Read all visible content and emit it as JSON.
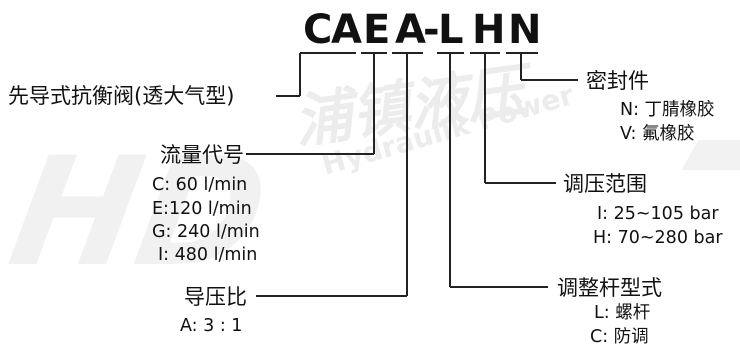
{
  "colors": {
    "text": "#111111",
    "line": "#222222",
    "watermark": "#ececec"
  },
  "watermark": {
    "logo": "HD",
    "cn": "浦镇液压",
    "en": "Hydraulik Power"
  },
  "model_code": {
    "c1": "C",
    "c2": "A",
    "c3": "E",
    "c4": "A",
    "c5": "-",
    "c6": "L",
    "c7": "H",
    "c8": "N"
  },
  "sections": {
    "type": {
      "title": "先导式抗衡阀(透大气型)"
    },
    "flow": {
      "title": "流量代号",
      "options": [
        "C: 60 l/min",
        "E:120 l/min",
        "G: 240 l/min",
        "I: 480 l/min"
      ]
    },
    "pilot_ratio": {
      "title": "导压比",
      "options": [
        "A: 3 : 1"
      ]
    },
    "adjust_rod": {
      "title": "调整杆型式",
      "options": [
        "L: 螺杆",
        "C: 防调"
      ]
    },
    "pressure_range": {
      "title": "调压范围",
      "options": [
        "I: 25~105 bar",
        "H: 70~280 bar"
      ]
    },
    "seal": {
      "title": "密封件",
      "options": [
        "N: 丁腈橡胶",
        "V: 氟橡胶"
      ]
    }
  }
}
